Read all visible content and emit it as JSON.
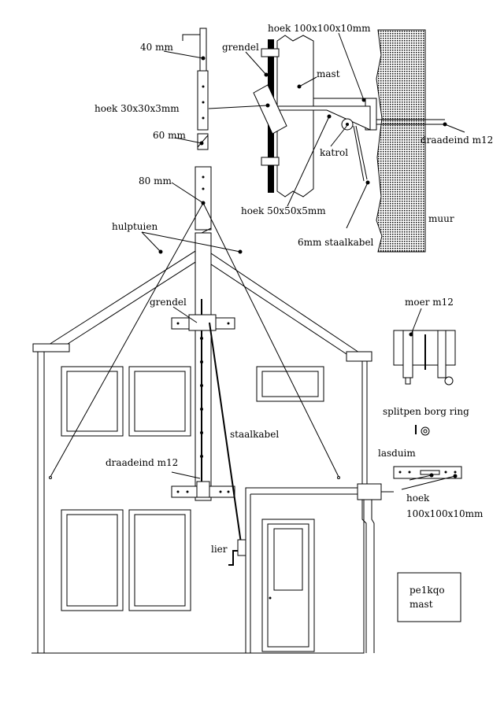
{
  "title": "pe1kqo mast",
  "labels": {
    "mm40": "40 mm",
    "grendel_top": "grendel",
    "hoek100_top": "hoek 100x100x10mm",
    "mast": "mast",
    "hoek30": "hoek 30x30x3mm",
    "mm60": "60 mm",
    "katrol": "katrol",
    "draadeind_top": "draadeind m12",
    "mm80": "80 mm",
    "hoek50": "hoek 50x50x5mm",
    "muur": "muur",
    "staalkabel6": "6mm staalkabel",
    "hulptuien": "hulptuien",
    "grendel_mid": "grendel",
    "moer": "moer m12",
    "staalkabel": "staalkabel",
    "splitpen": "splitpen borg ring",
    "draadeind_low": "draadeind m12",
    "lasduim": "lasduim",
    "hoek100_low_1": "hoek",
    "hoek100_low_2": "100x100x10mm",
    "lier": "lier",
    "box_line1": "pe1kqo",
    "box_line2": "mast"
  }
}
